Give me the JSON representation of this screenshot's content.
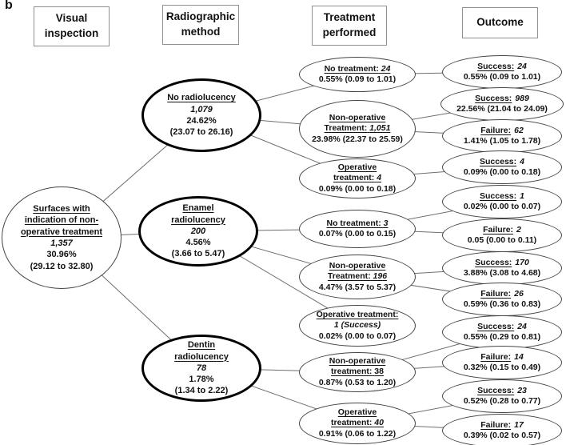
{
  "panel_label": "b",
  "headers": [
    {
      "label": "Visual inspection"
    },
    {
      "label": "Radiographic method"
    },
    {
      "label": "Treatment performed"
    },
    {
      "label": "Outcome"
    }
  ],
  "visual_node": {
    "title_1": "Surfaces with",
    "title_2": "indication of non-",
    "title_3": "operative treatment",
    "count": "1,357",
    "percent": "30.96%",
    "ci": "(29.12 to 32.80)"
  },
  "radiographic_nodes": [
    {
      "title_1": "No radiolucency",
      "count": "1,079",
      "percent": "24.62%",
      "ci": "(23.07 to 26.16)"
    },
    {
      "title_1": "Enamel",
      "title_2": "radiolucency",
      "count": "200",
      "percent": "4.56%",
      "ci": "(3.66 to 5.47)"
    },
    {
      "title_1": "Dentin",
      "title_2": "radiolucency",
      "count": "78",
      "percent": "1.78%",
      "ci": "(1.34 to 2.22)"
    }
  ],
  "treatment_nodes": [
    {
      "label_1": "No treatment:",
      "count": "24",
      "stats": "0.55% (0.09 to 1.01)"
    },
    {
      "label_1": "Non-operative",
      "label_2": "Treatment:",
      "count": "1,051",
      "stats": "23.98% (22.37 to 25.59)"
    },
    {
      "label_1": "Operative",
      "label_2": "treatment:",
      "count": "4",
      "stats": "0.09% (0.00 to 0.18)"
    },
    {
      "label_1": "No treatment:",
      "count": "3",
      "stats": "0.07% (0.00 to 0.15)"
    },
    {
      "label_1": "Non-operative",
      "label_2": "Treatment:",
      "count": "196",
      "stats": "4.47% (3.57 to 5.37)"
    },
    {
      "label_1": "Operative treatment:",
      "count": "1 (Success)",
      "stats": "0.02% (0.00 to 0.07)"
    },
    {
      "label_1": "Non-operative",
      "label_2": "treatment:",
      "count": "38",
      "stats": "0.87% (0.53 to 1.20)"
    },
    {
      "label_1": "Operative",
      "label_2": "treatment:",
      "count": "40",
      "stats": "0.91% (0.06 to 1.22)"
    }
  ],
  "outcome_nodes": [
    {
      "label": "Success:",
      "count": "24",
      "stats": "0.55% (0.09 to 1.01)"
    },
    {
      "label": "Success:",
      "count": "989",
      "stats": "22.56% (21.04 to 24.09)"
    },
    {
      "label": "Failure:",
      "count": "62",
      "stats": "1.41% (1.05 to 1.78)"
    },
    {
      "label": "Success:",
      "count": "4",
      "stats": "0.09% (0.00 to 0.18)"
    },
    {
      "label": "Success:",
      "count": "1",
      "stats": "0.02% (0.00 to 0.07)"
    },
    {
      "label": "Failure:",
      "count": "2",
      "stats": "0.05 (0.00 to 0.11)"
    },
    {
      "label": "Success:",
      "count": "170",
      "stats": "3.88% (3.08 to 4.68)"
    },
    {
      "label": "Failure:",
      "count": "26",
      "stats": "0.59% (0.36 to 0.83)"
    },
    {
      "label": "Success:",
      "count": "24",
      "stats": "0.55% (0.29 to 0.81)"
    },
    {
      "label": "Failure:",
      "count": "14",
      "stats": "0.32% (0.15 to 0.49)"
    },
    {
      "label": "Success:",
      "count": "23",
      "stats": "0.52% (0.28 to 0.77)"
    },
    {
      "label": "Failure:",
      "count": "17",
      "stats": "0.39% (0.02 to 0.57)"
    }
  ]
}
